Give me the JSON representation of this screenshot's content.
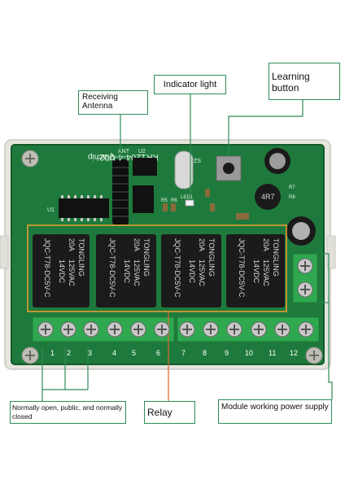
{
  "callouts": {
    "receiving_antenna": "Receiving Antenna",
    "indicator_light": "Indicator light",
    "learning_button": "Learning button",
    "contacts": "Normally open, public, and normally closed",
    "relay": "Relay",
    "power_supply": "Module working power supply"
  },
  "board": {
    "model": "KR1204-4-V02",
    "brand": "Qiachip",
    "silkscreen": {
      "u2": "U2",
      "u1": "U1",
      "ant": "ANT",
      "led": "LED1",
      "crystal": "ZS",
      "r7": "R7",
      "r8": "R8",
      "r5": "R5",
      "r6": "R6"
    },
    "inductor_label": "4R7"
  },
  "relays": [
    {
      "brand": "TONGLING",
      "model": "JQC-T78-DC5V-C",
      "rating1": "20A",
      "rating2": "125VAC",
      "rating3": "14VDC"
    },
    {
      "brand": "TONGLING",
      "model": "JQC-T78-DC5V-C",
      "rating1": "20A",
      "rating2": "125VAC",
      "rating3": "14VDC"
    },
    {
      "brand": "TONGLING",
      "model": "JQC-T78-DC5V-C",
      "rating1": "20A",
      "rating2": "125VAC",
      "rating3": "14VDC"
    },
    {
      "brand": "TONGLING",
      "model": "JQC-T78-DC5V-C",
      "rating1": "20A",
      "rating2": "125VAC",
      "rating3": "14VDC"
    }
  ],
  "pins": [
    "1",
    "2",
    "3",
    "4",
    "5",
    "6",
    "7",
    "8",
    "9",
    "10",
    "11",
    "12"
  ],
  "colors": {
    "pcb": "#1e7a3c",
    "pcb_dark": "#145a2b",
    "enclosure": "#e6e6df",
    "relay_body": "#1b1b1b",
    "terminal": "#2fa84f",
    "callout_border": "#2e8b57",
    "leader_line": "#2e8b57",
    "relay_leader": "#e0622c",
    "relay_highlight": "#f0a030"
  }
}
